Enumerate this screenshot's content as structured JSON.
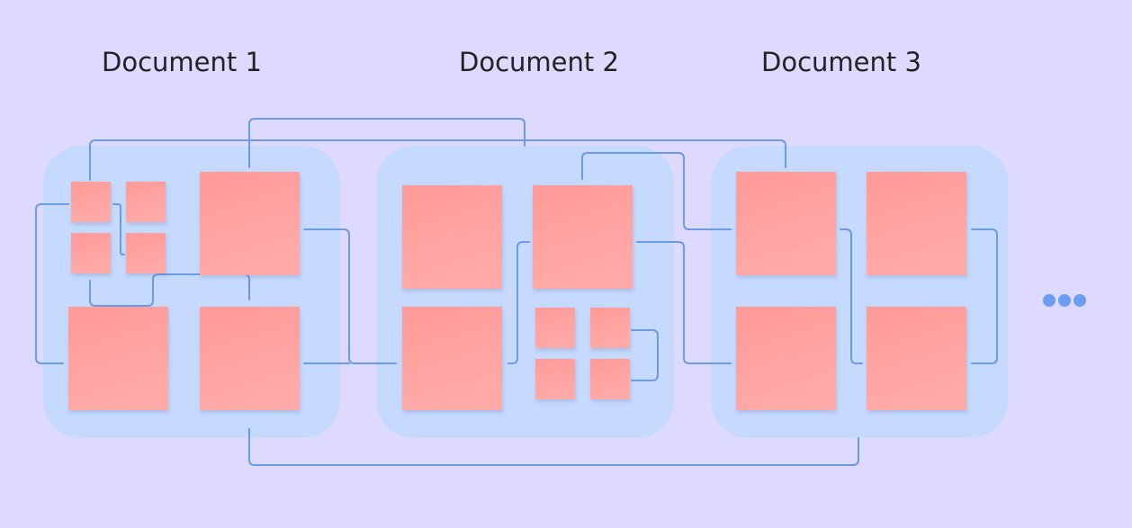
{
  "documents": [
    {
      "title": "Document 1"
    },
    {
      "title": "Document 2"
    },
    {
      "title": "Document 3"
    }
  ],
  "more_indicator": "ellipsis-icon",
  "colors": {
    "background": "#ded9ff",
    "panel": "#c5dafe",
    "note": "#ff9e9c",
    "connector": "#6b9be6"
  }
}
